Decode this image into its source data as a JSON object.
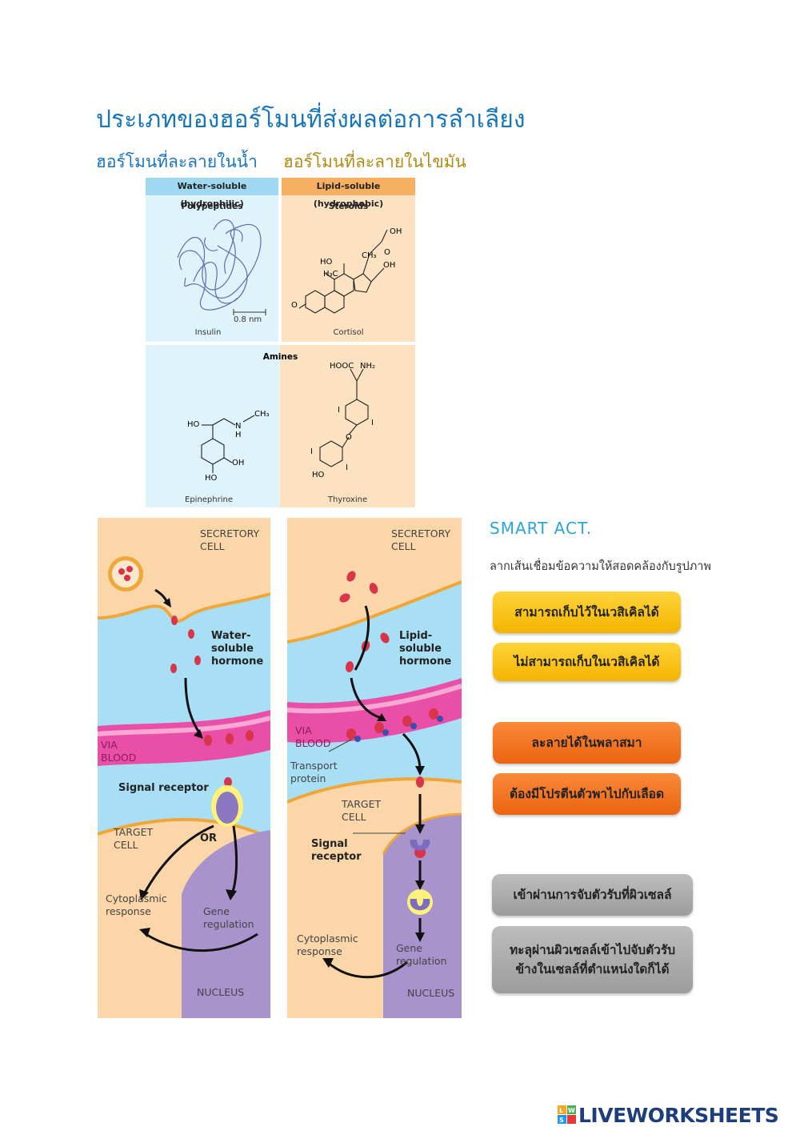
{
  "page": {
    "title": "ประเภทของฮอร์โมนที่ส่งผลต่อการลำเลียง",
    "subheadings": {
      "water": "ฮอร์โมนที่ละลายในน้ำ",
      "lipid": "ฮอร์โมนที่ละลายในไขมัน"
    }
  },
  "chemistry_chart": {
    "water_header": "Water-soluble (hydrophilic)",
    "lipid_header": "Lipid-soluble (hydrophobic)",
    "polypeptides": "Polypeptides",
    "scale_label": "0.8 nm",
    "insulin": "Insulin",
    "steroids": "Steroids",
    "cortisol": "Cortisol",
    "amines": "Amines",
    "epinephrine": "Epinephrine",
    "thyroxine": "Thyroxine",
    "atoms": {
      "oh": "OH",
      "ho": "HO",
      "ch3": "CH₃",
      "h3c": "H₃C",
      "o": "O",
      "hooc": "HOOC",
      "nh2": "NH₂",
      "n": "N",
      "h": "H",
      "i": "I"
    }
  },
  "diagram_water": {
    "secretory_cell": [
      "SECRETORY",
      "CELL"
    ],
    "hormone_label": [
      "Water-",
      "soluble",
      "hormone"
    ],
    "via_blood": [
      "VIA",
      "BLOOD"
    ],
    "signal_receptor": "Signal receptor",
    "target_cell": [
      "TARGET",
      "CELL"
    ],
    "or_label": "OR",
    "cytoplasmic_response": [
      "Cytoplasmic",
      "response"
    ],
    "gene_regulation": [
      "Gene",
      "regulation"
    ],
    "nucleus": "NUCLEUS"
  },
  "diagram_lipid": {
    "secretory_cell": [
      "SECRETORY",
      "CELL"
    ],
    "hormone_label": [
      "Lipid-",
      "soluble",
      "hormone"
    ],
    "via_blood": [
      "VIA",
      "BLOOD"
    ],
    "transport_protein": [
      "Transport",
      "protein"
    ],
    "target_cell": [
      "TARGET",
      "CELL"
    ],
    "signal_receptor": [
      "Signal",
      "receptor"
    ],
    "cytoplasmic_response": [
      "Cytoplasmic",
      "response"
    ],
    "gene_regulation": [
      "Gene",
      "regulation"
    ],
    "nucleus": "NUCLEUS"
  },
  "activity": {
    "title": "SMART ACT.",
    "instruction": "ลากเส้นเชื่อมข้อความให้สอดคล้องกับรูปภาพ",
    "cards": [
      {
        "text": "สามารถเก็บไว้ในเวสิเคิลได้",
        "color": "#f7bf1a"
      },
      {
        "text": "ไม่สามารถเก็บในเวสิเคิลได้",
        "color": "#f7bf1a"
      },
      {
        "text": "ละลายได้ในพลาสมา",
        "color": "#f2711f"
      },
      {
        "text": "ต้องมีโปรตีนตัวพาไปกับเลือด",
        "color": "#f2711f"
      },
      {
        "text": "เข้าผ่านการจับตัวรับที่ผิวเซลล์",
        "color": "#ababab"
      },
      {
        "text": "ทะลุผ่านผิวเซลล์เข้าไปจับตัวรับ",
        "text2": "ข้างในเซลล์ที่ตำแหน่งใดก็ได้",
        "color": "#ababab"
      }
    ]
  },
  "brand": {
    "logo_text": "LIVEWORKSHEETS",
    "badge_letters": [
      "L",
      "W",
      "S"
    ]
  }
}
